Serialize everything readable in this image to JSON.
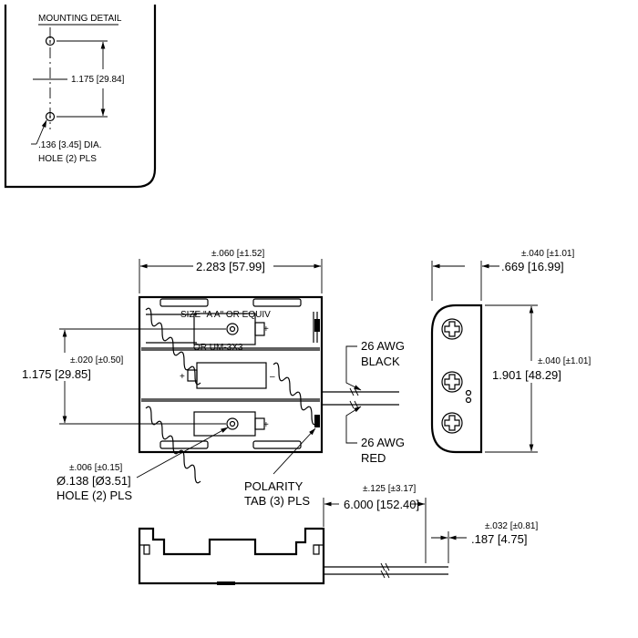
{
  "mounting_detail": {
    "title": "MOUNTING DETAIL",
    "spacing": "1.175 [29.84]",
    "hole_dia": ".136 [3.45] DIA.",
    "hole_count": "HOLE (2) PLS"
  },
  "top_view": {
    "width_tol": "±.060 [±1.52]",
    "width": "2.283 [57.99]",
    "pitch_tol": "±.020 [±0.50]",
    "pitch": "1.175 [29.85]",
    "battery_text_1": "SIZE \"A A\" OR EQUIV",
    "battery_text_2": "OR UM-3X3",
    "hole_tol": "±.006 [±0.15]",
    "hole_dia": "Ø.138 [Ø3.51]",
    "hole_count": "HOLE (2) PLS",
    "polarity_1": "POLARITY",
    "polarity_2": "TAB (3) PLS",
    "wire_black_1": "26 AWG",
    "wire_black_2": "BLACK",
    "wire_red_1": "26 AWG",
    "wire_red_2": "RED",
    "plus": "+",
    "minus": "–"
  },
  "side_view": {
    "depth_tol": "±.040 [±1.01]",
    "depth": ".669 [16.99]",
    "height_tol": "±.040 [±1.01]",
    "height": "1.901 [48.29]"
  },
  "front_view": {
    "lead_tol": "±.125 [±3.17]",
    "lead": "6.000 [152.40]",
    "strip_tol": "±.032 [±0.81]",
    "strip": ".187 [4.75]"
  }
}
